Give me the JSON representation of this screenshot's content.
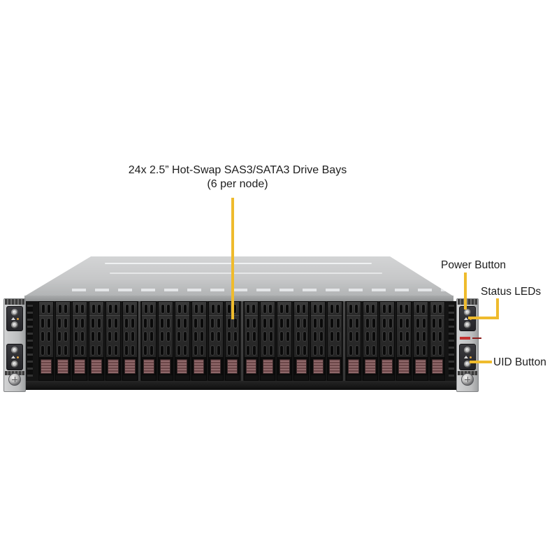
{
  "page": {
    "background": "#ffffff",
    "description": "Front view of a 2U twin-node rackmount server chassis with annotated callouts"
  },
  "annotations": {
    "callout_color": "#EFBB2D",
    "text_color": "#1D1D1D",
    "drive_bays": {
      "line1": "24x 2.5” Hot-Swap SAS3/SATA3 Drive Bays",
      "line2": "(6 per node)"
    },
    "power_button": "Power Button",
    "status_leds": "Status LEDs",
    "uid_button": "UID Button"
  },
  "chassis": {
    "drive_bays": {
      "total": 24,
      "bays_per_node": 6,
      "node_groups": 4,
      "latch_color": "#8F686A"
    },
    "lid_color": "#CBCCCE",
    "front_color": "#161616",
    "ear_color": "#C8C9CB",
    "brand_label_color": "#C43230"
  }
}
